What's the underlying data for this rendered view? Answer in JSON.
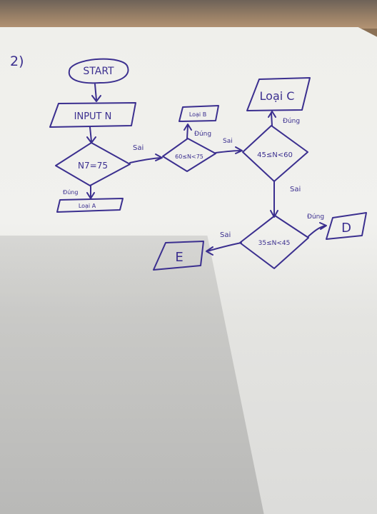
{
  "question_number": "2)",
  "nodes": {
    "start": "START",
    "input": "INPUT N",
    "cond1": "N7=75",
    "loai_a": "Loại A",
    "loai_b": "Loại B",
    "cond2": "60≤N<75",
    "loai_c": "Loại C",
    "cond3": "45≤N<60",
    "cond4": "35≤N<45",
    "d": "D",
    "e": "E"
  },
  "edge_labels": {
    "c1_true": "Đúng",
    "c1_false": "Sai",
    "c2_true": "Đúng",
    "c2_false": "Sai",
    "c3_true": "Đúng",
    "c3_false": "Sai",
    "c4_true": "Đúng",
    "c4_false": "Sai"
  },
  "ink_color": "#3b2f8f"
}
